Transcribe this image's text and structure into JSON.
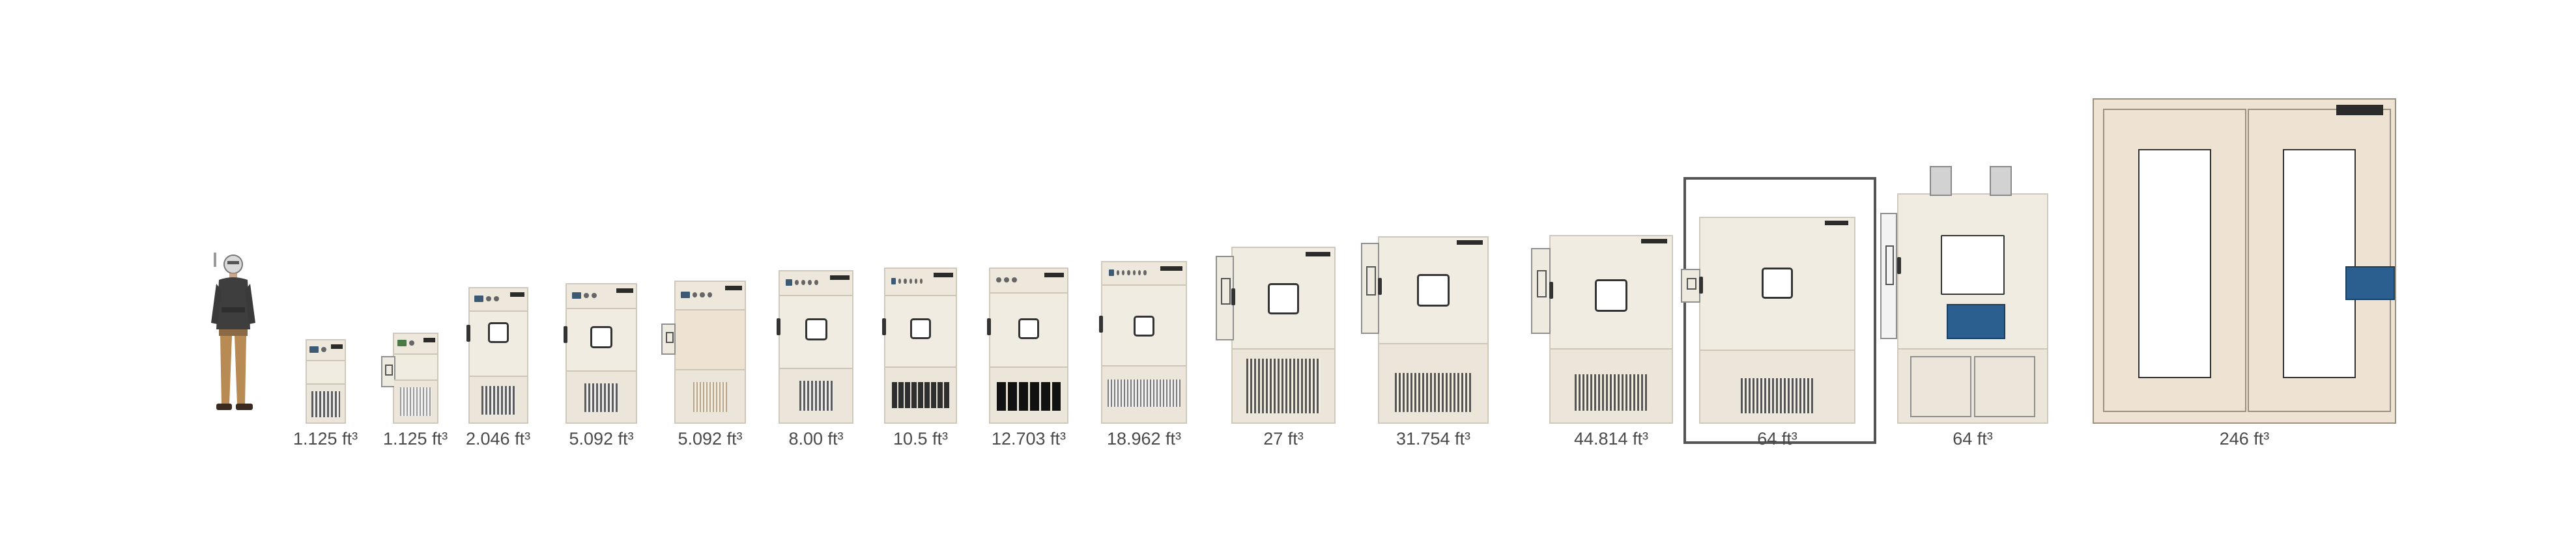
{
  "page": {
    "background": "#ffffff",
    "accent": "#2a5f8f"
  },
  "reference_figure": {
    "icon": "person-icon"
  },
  "chambers": [
    {
      "id": "c1",
      "volume": "1.125 ft³"
    },
    {
      "id": "c2",
      "volume": "1.125 ft³"
    },
    {
      "id": "c3",
      "volume": "2.046 ft³"
    },
    {
      "id": "c4",
      "volume": "5.092 ft³"
    },
    {
      "id": "c5",
      "volume": "5.092 ft³"
    },
    {
      "id": "c6",
      "volume": "8.00 ft³"
    },
    {
      "id": "c7",
      "volume": "10.5 ft³"
    },
    {
      "id": "c8",
      "volume": "12.703 ft³"
    },
    {
      "id": "c9",
      "volume": "18.962 ft³"
    },
    {
      "id": "c10",
      "volume": "27 ft³"
    },
    {
      "id": "c11",
      "volume": "31.754 ft³"
    },
    {
      "id": "c12",
      "volume": "44.814 ft³"
    },
    {
      "id": "c13",
      "volume": "64 ft³",
      "selected": true
    },
    {
      "id": "c14",
      "volume": "64 ft³"
    },
    {
      "id": "c15",
      "volume": "246 ft³"
    }
  ]
}
